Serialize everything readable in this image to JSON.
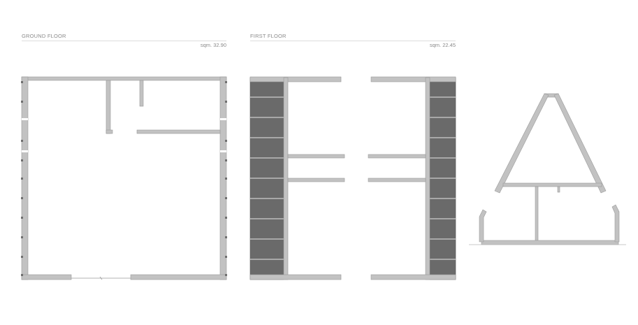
{
  "ground_floor": {
    "title": "GROUND FLOOR",
    "area": "sqm. 32.90"
  },
  "first_floor": {
    "title": "FIRST FLOOR",
    "area": "sqm. 22.45"
  },
  "colors": {
    "wall": "#c2c2c2",
    "wall_edge": "#9a9a9a",
    "shelf_fill": "#6a6a6a",
    "shelf_divider": "#bdbdbd",
    "text": "#8a8a8a",
    "rule": "#dcdcdc"
  }
}
